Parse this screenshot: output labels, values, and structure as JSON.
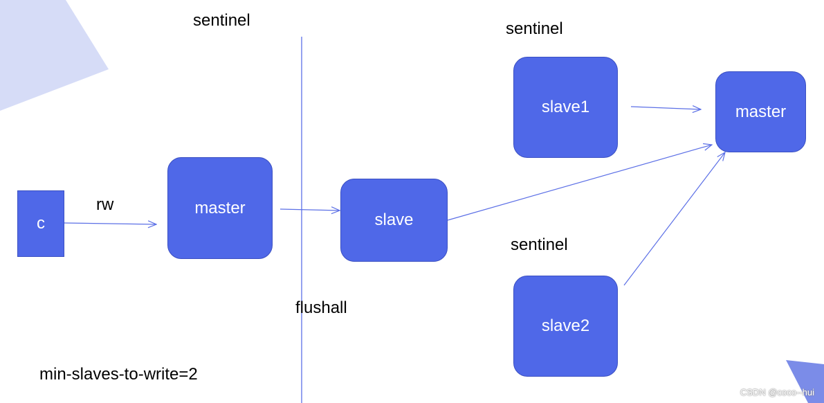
{
  "colors": {
    "node_fill": "#4f68e8",
    "node_border": "#3a4fc2",
    "line": "#5b6fe6",
    "deco_top": "#d6dcf7",
    "deco_bottom": "#7b8ce8"
  },
  "nodes": {
    "client": "c",
    "left_master": "master",
    "slave": "slave",
    "slave1": "slave1",
    "slave2": "slave2",
    "right_master": "master"
  },
  "labels": {
    "sentinel_left": "sentinel",
    "sentinel_top_right": "sentinel",
    "sentinel_bottom_right": "sentinel",
    "rw": "rw",
    "flushall": "flushall",
    "min_slaves": "min-slaves-to-write=2"
  },
  "watermark": "CSDN @coco--hui"
}
